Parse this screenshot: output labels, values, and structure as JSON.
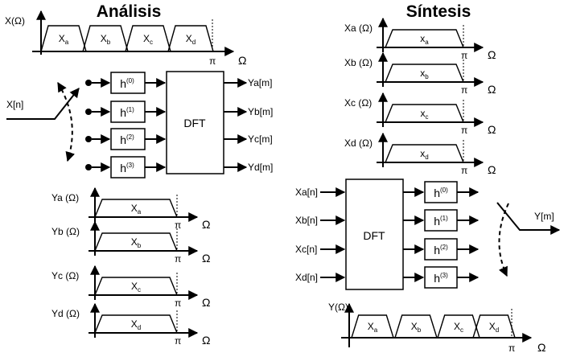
{
  "analysis": {
    "title": "Análisis",
    "spectrum_label": "X(Ω)",
    "bands": [
      "Xa",
      "Xb",
      "Xc",
      "Xd"
    ],
    "pi_label": "π",
    "omega_label": "Ω",
    "input_label": "X[n]",
    "filters": [
      "h(0)",
      "h(1)",
      "h(2)",
      "h(3)"
    ],
    "dft_label": "DFT",
    "outputs": [
      "Ya[m]",
      "Yb[m]",
      "Yc[m]",
      "Yd[m]"
    ],
    "out_spectra": [
      {
        "label": "Ya (Ω)",
        "band": "Xa"
      },
      {
        "label": "Yb (Ω)",
        "band": "Xb"
      },
      {
        "label": "Yc (Ω)",
        "band": "Xc"
      },
      {
        "label": "Yd (Ω)",
        "band": "Xd"
      }
    ]
  },
  "synthesis": {
    "title": "Síntesis",
    "in_spectra": [
      {
        "label": "Xa (Ω)",
        "band": "xa"
      },
      {
        "label": "Xb (Ω)",
        "band": "xb"
      },
      {
        "label": "Xc (Ω)",
        "band": "xc"
      },
      {
        "label": "Xd (Ω)",
        "band": "xd"
      }
    ],
    "inputs": [
      "Xa[n]",
      "Xb[n]",
      "Xc[n]",
      "Xd[n]"
    ],
    "dft_label": "DFT",
    "filters": [
      "h(0)",
      "h(1)",
      "h(2)",
      "h(3)"
    ],
    "output_label": "Y[m]",
    "spectrum_label": "Y(Ω)",
    "bands": [
      "Xa",
      "Xb",
      "Xc",
      "Xd"
    ],
    "pi_label": "π",
    "omega_label": "Ω"
  }
}
